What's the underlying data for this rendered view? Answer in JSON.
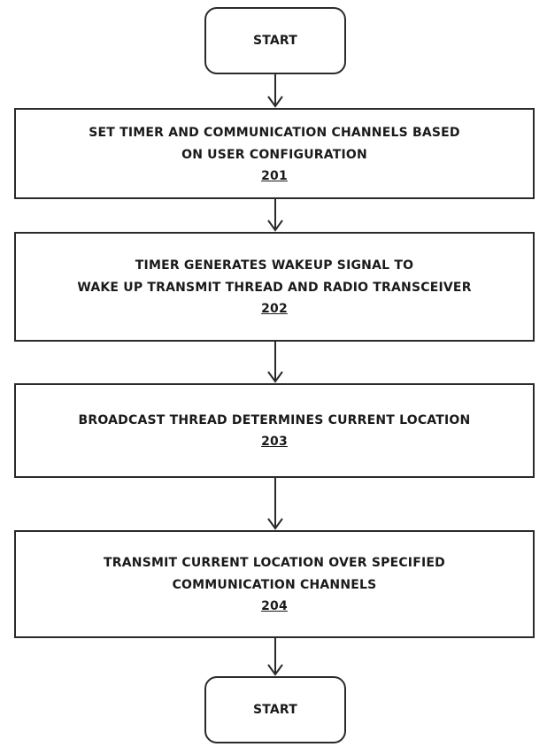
{
  "flowchart": {
    "start_top": {
      "label": "START"
    },
    "steps": [
      {
        "lines": [
          "SET TIMER AND COMMUNICATION CHANNELS BASED",
          "ON USER CONFIGURATION"
        ],
        "ref": "201"
      },
      {
        "lines": [
          "TIMER GENERATES WAKEUP SIGNAL TO",
          "WAKE UP TRANSMIT THREAD AND RADIO TRANSCEIVER"
        ],
        "ref": "202"
      },
      {
        "lines": [
          "BROADCAST THREAD DETERMINES CURRENT LOCATION"
        ],
        "ref": "203"
      },
      {
        "lines": [
          "TRANSMIT CURRENT LOCATION OVER SPECIFIED",
          "COMMUNICATION CHANNELS"
        ],
        "ref": "204"
      }
    ],
    "start_bottom": {
      "label": "START"
    }
  }
}
